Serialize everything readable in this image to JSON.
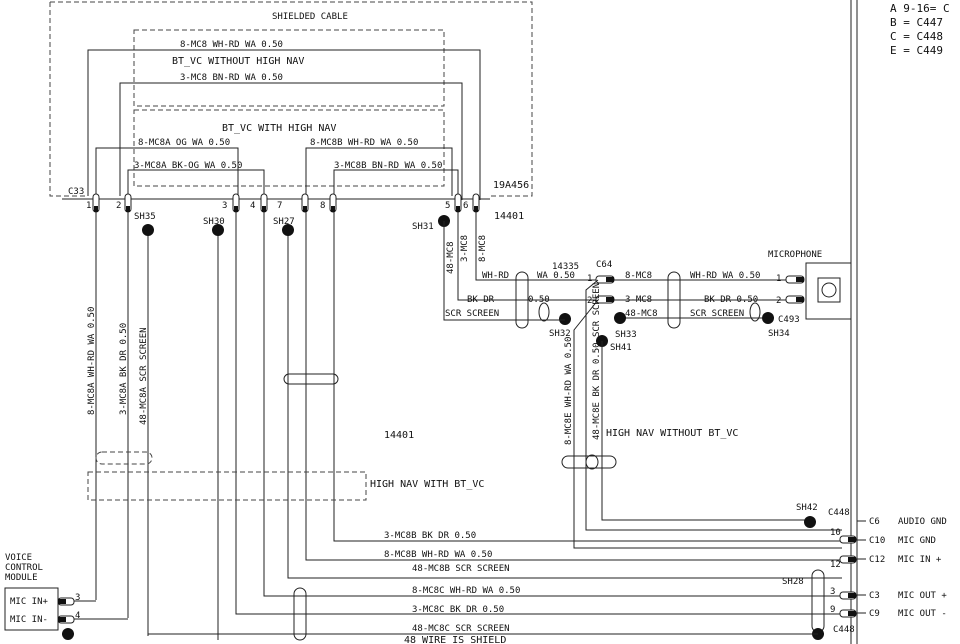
{
  "top_box": {
    "title": "SHIELDED CABLE",
    "sub1_title": "BT_VC WITHOUT HIGH NAV",
    "sub1_w1": "8-MC8     WH-RD  WA  0.50",
    "sub1_w2": "3-MC8     BN-RD  WA  0.50",
    "sub2_title": "BT_VC WITH HIGH NAV",
    "sub2_w1a": "8-MC8A    OG     WA  0.50",
    "sub2_w1b": "8-MC8B    WH-RD  WA  0.50",
    "sub2_w2a": "3-MC8A  BK-OG  WA  0.50",
    "sub2_w2b": "3-MC8B   BN-RD  WA  0.50"
  },
  "connectors": {
    "c33": "C33",
    "c64": "C64",
    "c493": "C493",
    "c448_top": "C448",
    "c448_bottom": "C448",
    "pins_c33": [
      "1",
      "2",
      "3",
      "4",
      "7",
      "8",
      "5",
      "6"
    ],
    "c64_pins": [
      "1",
      "2"
    ],
    "mic_pins": [
      "1",
      "2"
    ],
    "c448_pins": [
      "10",
      "12",
      "3",
      "9"
    ],
    "vcm_pins": [
      "3",
      "4"
    ]
  },
  "harness": {
    "h19a456": "19A456",
    "h14401_top": "14401",
    "h14401_mid": "14401",
    "h14335": "14335"
  },
  "splices": {
    "sh31": "SH31",
    "sh35": "SH35",
    "sh30": "SH30",
    "sh27": "SH27",
    "sh32": "SH32",
    "sh33": "SH33",
    "sh41": "SH41",
    "sh34": "SH34",
    "sh42": "SH42",
    "sh28": "SH28"
  },
  "verticals": {
    "v1": "8-MC8A   WH-RD   WA  0.50",
    "v2": "3-MC8A   BK   DR  0.50",
    "v3": "48-MC8A   SCR   SCREEN",
    "v4": "48-MC8",
    "v5": "3-MC8",
    "v6": "8-MC8",
    "v7": "8-MC8E   WH-RD   WA  0.50",
    "v8": "48-MC8E   BK   DR  0.50  SCR SCREEN"
  },
  "mid_wires": {
    "wh_rd": "WH-RD",
    "wa050": "WA  0.50",
    "c64_8mc8": "8-MC8",
    "whrd_wa": "WH-RD  WA  0.50",
    "bk_dr": "BK  DR",
    "r050": "0.50",
    "c64_3mc8": "3-MC8",
    "bk_dr_050": "BK DR  0.50",
    "scr_screen": "SCR  SCREEN",
    "c64_48mc8": "48-MC8",
    "scr_screen2": "SCR  SCREEN"
  },
  "bottom_wires": {
    "w1": "3-MC8B    BK      DR  0.50",
    "w2": "8-MC8B    WH-RD   WA  0.50",
    "w3": "48-MC8B          SCR SCREEN",
    "w4": "8-MC8C    WH-RD   WA  0.50",
    "w5": "3-MC8C    BK      DR  0.50",
    "w6": "48-MC8C          SCR SCREEN",
    "shield_note": "48 WIRE IS SHIELD"
  },
  "labels": {
    "high_nav_with": "HIGH NAV WITH BT_VC",
    "high_nav_without": "HIGH NAV WITHOUT BT_VC",
    "microphone": "MICROPHONE",
    "vcm_line1": "VOICE",
    "vcm_line2": "CONTROL",
    "vcm_line3": "MODULE",
    "mic_in_plus": "MIC IN+",
    "mic_in_minus": "MIC IN-"
  },
  "right_pins": [
    {
      "conn": "C6",
      "label": "AUDIO GND"
    },
    {
      "conn": "C10",
      "label": "MIC GND"
    },
    {
      "conn": "C12",
      "label": "MIC IN +"
    },
    {
      "conn": "C3",
      "label": "MIC OUT +"
    },
    {
      "conn": "C9",
      "label": "MIC OUT -"
    }
  ],
  "legend": [
    "A 9-16= C",
    "B = C447",
    "C = C448",
    "E = C449"
  ]
}
